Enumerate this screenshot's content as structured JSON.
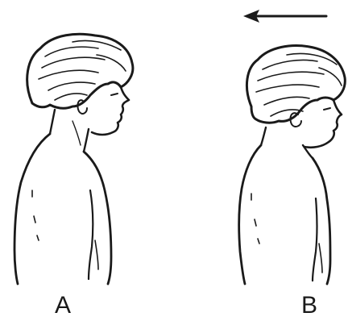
{
  "panels": [
    {
      "label": "A",
      "figure": "profile-head-neck-shoulders"
    },
    {
      "label": "B",
      "figure": "profile-head-retracted-chin"
    }
  ],
  "arrow": {
    "direction": "left"
  },
  "colors": {
    "ink": "#1a1a1a",
    "background": "#ffffff"
  }
}
